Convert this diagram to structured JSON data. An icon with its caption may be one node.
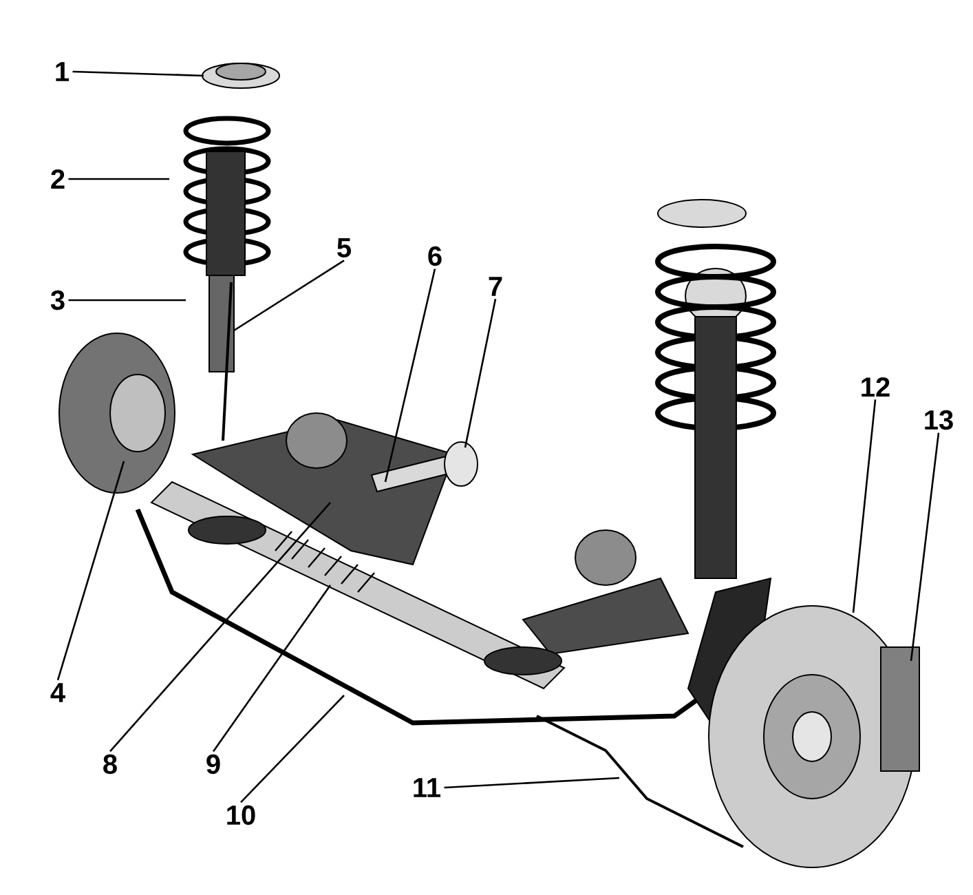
{
  "diagram": {
    "nodes": [
      {
        "text": [
          "1"
        ]
      },
      {
        "text": [
          "2"
        ]
      },
      {
        "text": [
          "3"
        ]
      },
      {
        "text": [
          "4"
        ]
      },
      {
        "text": [
          "5"
        ]
      },
      {
        "text": [
          "6"
        ]
      },
      {
        "text": [
          "7"
        ]
      },
      {
        "text": [
          "8"
        ]
      },
      {
        "text": [
          "9"
        ]
      },
      {
        "text": [
          "10"
        ]
      },
      {
        "text": [
          "11"
        ]
      },
      {
        "text": [
          "12"
        ]
      },
      {
        "text": [
          "13"
        ]
      }
    ],
    "edges": [
      {
        "from": 0,
        "to": null,
        "arrow": "none"
      },
      {
        "from": 1,
        "to": null,
        "arrow": "none"
      },
      {
        "from": 2,
        "to": null,
        "arrow": "none"
      },
      {
        "from": 3,
        "to": null,
        "arrow": "none"
      },
      {
        "from": 4,
        "to": null,
        "arrow": "none"
      },
      {
        "from": 5,
        "to": null,
        "arrow": "none"
      },
      {
        "from": 6,
        "to": null,
        "arrow": "none"
      },
      {
        "from": 7,
        "to": null,
        "arrow": "none"
      },
      {
        "from": 8,
        "to": null,
        "arrow": "none"
      },
      {
        "from": 9,
        "to": null,
        "arrow": "none"
      },
      {
        "from": 10,
        "to": null,
        "arrow": "none"
      },
      {
        "from": 11,
        "to": null,
        "arrow": "none"
      },
      {
        "from": 12,
        "to": null,
        "arrow": "none"
      }
    ]
  }
}
